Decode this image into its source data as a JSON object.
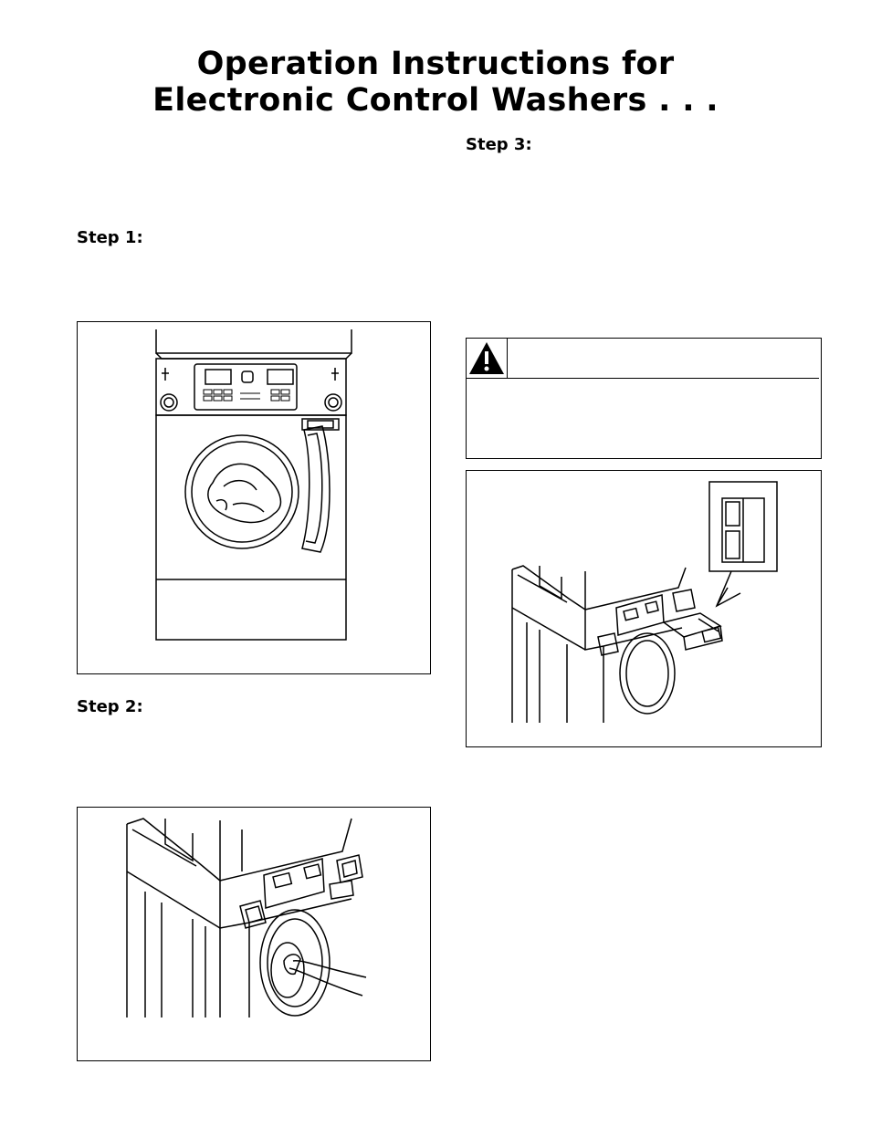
{
  "page": {
    "title_line1": "Operation Instructions for",
    "title_line2": "Electronic Control Washers . . ."
  },
  "steps": {
    "step1": "Step 1:",
    "step2": "Step 2:",
    "step3": "Step 3:"
  },
  "warning": {
    "icon": "warning-triangle-icon"
  },
  "figures": {
    "fig1": "front-load-washer-open-door-with-laundry",
    "fig2": "hand-closing-washer-door",
    "fig3": "detergent-dispenser-drawer-pulled-out"
  }
}
